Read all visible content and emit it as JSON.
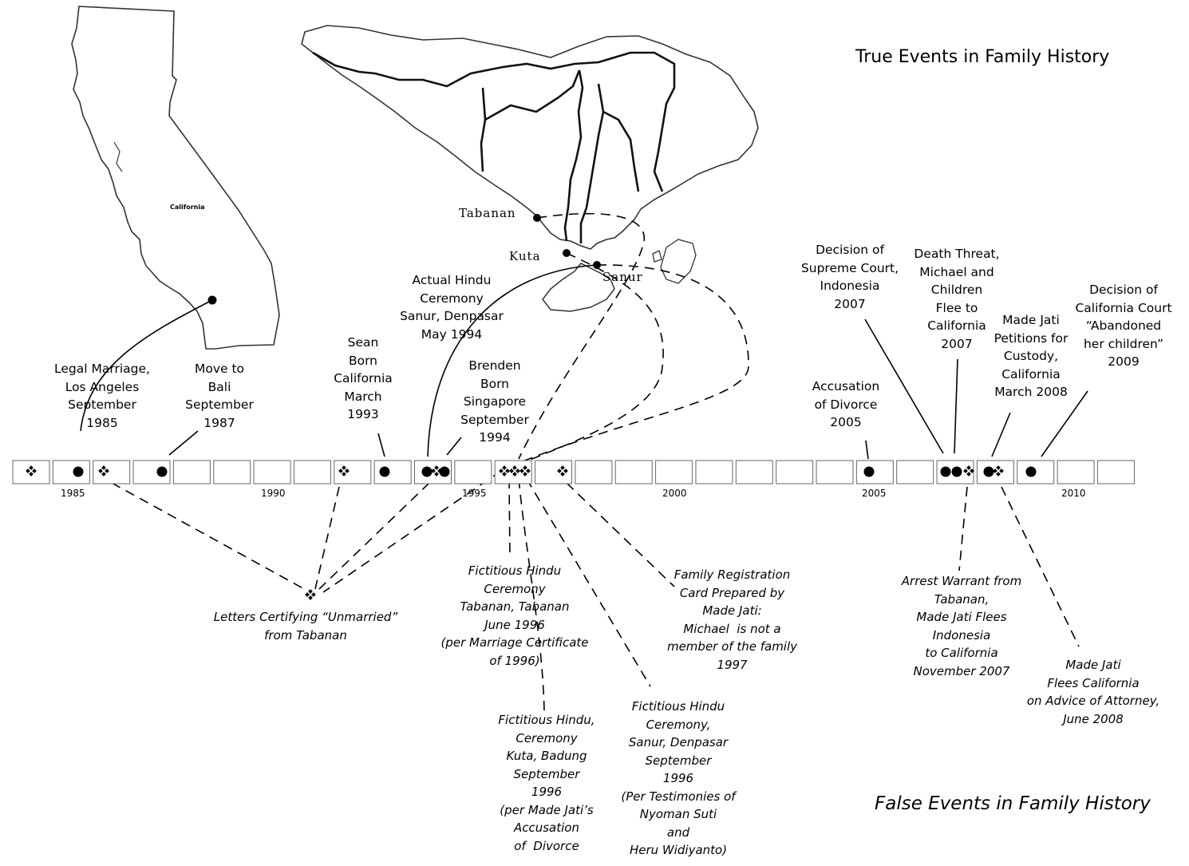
{
  "title_true": "True Events in Family History",
  "title_false": "False Events in Family History",
  "map_labels": {
    "california": "California",
    "tabanan": "Tabanan",
    "kuta": "Kuta",
    "sanur": "Sanur"
  },
  "timeline": {
    "year_labels": [
      "1985",
      "1990",
      "1995",
      "2000",
      "2005",
      "2010"
    ]
  },
  "true_events": [
    {
      "id": "legal-marriage",
      "text": "Legal Marriage,\nLos Angeles\nSeptember\n1985"
    },
    {
      "id": "move-to-bali",
      "text": "Move to\nBali\nSeptember\n1987"
    },
    {
      "id": "sean-born",
      "text": "Sean\nBorn\nCalifornia\nMarch\n1993"
    },
    {
      "id": "actual-hindu-ceremony",
      "text": "Actual Hindu\nCeremony\nSanur, Denpasar\nMay 1994"
    },
    {
      "id": "brenden-born",
      "text": "Brenden\nBorn\nSingapore\nSeptember\n1994"
    },
    {
      "id": "accusation-of-divorce",
      "text": "Accusation\nof Divorce\n2005"
    },
    {
      "id": "decision-supreme-court",
      "text": "Decision of\nSupreme Court,\nIndonesia\n2007"
    },
    {
      "id": "death-threat",
      "text": "Death Threat,\nMichael and\nChildren\nFlee to\nCalifornia\n2007"
    },
    {
      "id": "made-jati-petitions",
      "text": "Made Jati\nPetitions for\nCustody,\nCalifornia\nMarch 2008"
    },
    {
      "id": "decision-california-court",
      "text": "Decision of\nCalifornia Court\n“Abandoned\nher children”\n2009"
    }
  ],
  "false_events": [
    {
      "id": "letters-unmarried",
      "text": "Letters Certifying “Unmarried”\nfrom Tabanan"
    },
    {
      "id": "fictitious-tabanan",
      "text": "Fictitious Hindu\nCeremony\nTabanan, Tabanan\nJune 1996\n(per Marriage Certificate\nof 1996)"
    },
    {
      "id": "fictitious-kuta",
      "text": "Fictitious Hindu,\nCeremony\nKuta, Badung\nSeptember\n1996\n(per Made Jati’s\nAccusation\nof  Divorce"
    },
    {
      "id": "fictitious-sanur",
      "text": "Fictitious Hindu\nCeremony,\nSanur, Denpasar\nSeptember\n1996\n(Per Testimonies of\nNyoman Suti\nand\nHeru Widiyanto)"
    },
    {
      "id": "family-registration",
      "text": "Family Registration\nCard Prepared by\nMade Jati:\nMichael  is not a\nmember of the family\n1997"
    },
    {
      "id": "arrest-warrant",
      "text": "Arrest Warrant from\nTabanan,\nMade Jati Flees\nIndonesia\nto California\nNovember 2007"
    },
    {
      "id": "made-jati-flees-california",
      "text": "Made Jati\nFlees California\non Advice of Attorney,\nJune 2008"
    }
  ]
}
